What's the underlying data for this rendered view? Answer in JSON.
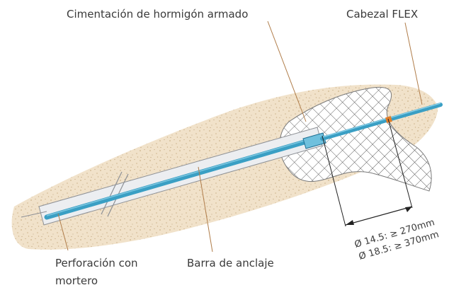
{
  "labels": {
    "foundation": "Cimentación de hormigón armado",
    "head": "Cabezal FLEX",
    "bore_line1": "Perforación con",
    "bore_line2": "mortero",
    "bar": "Barra de anclaje",
    "dim_145": "Ø 14.5: ≥ 270mm",
    "dim_185": "Ø 18.5: ≥ 370mm"
  },
  "colors": {
    "leader": "#b07d4a",
    "bar": "#3a9fc4",
    "bar_dark": "#1f6f92",
    "sleeve": "#eceef1",
    "sleeve_edge": "#8e9196",
    "soil": "#e9d6b8",
    "soil_dot": "#c8ab7e",
    "mesh": "#6a6a6a",
    "collar": "#e07e2a"
  }
}
